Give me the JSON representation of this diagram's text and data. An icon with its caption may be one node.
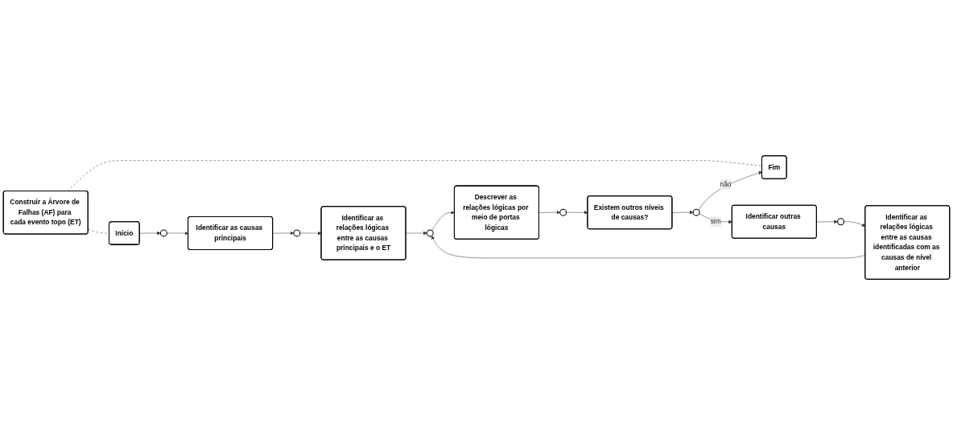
{
  "diagram": {
    "nodes": [
      {
        "text": [
          "Construir a Árvore de Falhas (AF) para cada evento topo (ET)"
        ]
      },
      {
        "text": [
          "Início"
        ]
      },
      {
        "text": [],
        "shape": "circle"
      },
      {
        "text": [
          "Identificar as causas principais"
        ]
      },
      {
        "text": [],
        "shape": "circle"
      },
      {
        "text": [
          "Identificar as relações lógicas entre as causas principais e o ET"
        ]
      },
      {
        "text": [],
        "shape": "circle"
      },
      {
        "text": [
          "Descrever as relações lógicas por meio de portas lógicas"
        ]
      },
      {
        "text": [],
        "shape": "circle"
      },
      {
        "text": [
          "Existem outros níveis de causas?"
        ]
      },
      {
        "text": [],
        "shape": "circle"
      },
      {
        "text": [
          "Fim"
        ]
      },
      {
        "text": [
          "Identificar as relações lógicas entre as causas identificadas com as causas de nível anterior"
        ]
      },
      {
        "text": [],
        "shape": "circle"
      },
      {
        "text": [
          "Identificar outras causas"
        ]
      }
    ],
    "edges": [
      {
        "from": 0,
        "to": 1,
        "arrow": "none",
        "style": "dashed"
      },
      {
        "from": 0,
        "to": 11,
        "arrow": "none",
        "style": "dashed"
      },
      {
        "from": 1,
        "to": 2,
        "arrow": "to"
      },
      {
        "from": 2,
        "to": 3,
        "arrow": "to"
      },
      {
        "from": 3,
        "to": 4,
        "arrow": "to"
      },
      {
        "from": 4,
        "to": 5,
        "arrow": "to"
      },
      {
        "from": 5,
        "to": 6,
        "arrow": "to"
      },
      {
        "from": 6,
        "to": 7,
        "arrow": "to"
      },
      {
        "from": 7,
        "to": 8,
        "arrow": "to"
      },
      {
        "from": 8,
        "to": 9,
        "arrow": "to"
      },
      {
        "from": 9,
        "to": 10,
        "arrow": "to"
      },
      {
        "from": 10,
        "to": 11,
        "label": "não",
        "arrow": "to"
      },
      {
        "from": 10,
        "to": 14,
        "label": "sim",
        "arrow": "to"
      },
      {
        "from": 14,
        "to": 13,
        "arrow": "to"
      },
      {
        "from": 13,
        "to": 12,
        "arrow": "to"
      },
      {
        "from": 12,
        "to": 6,
        "arrow": "to"
      }
    ]
  }
}
